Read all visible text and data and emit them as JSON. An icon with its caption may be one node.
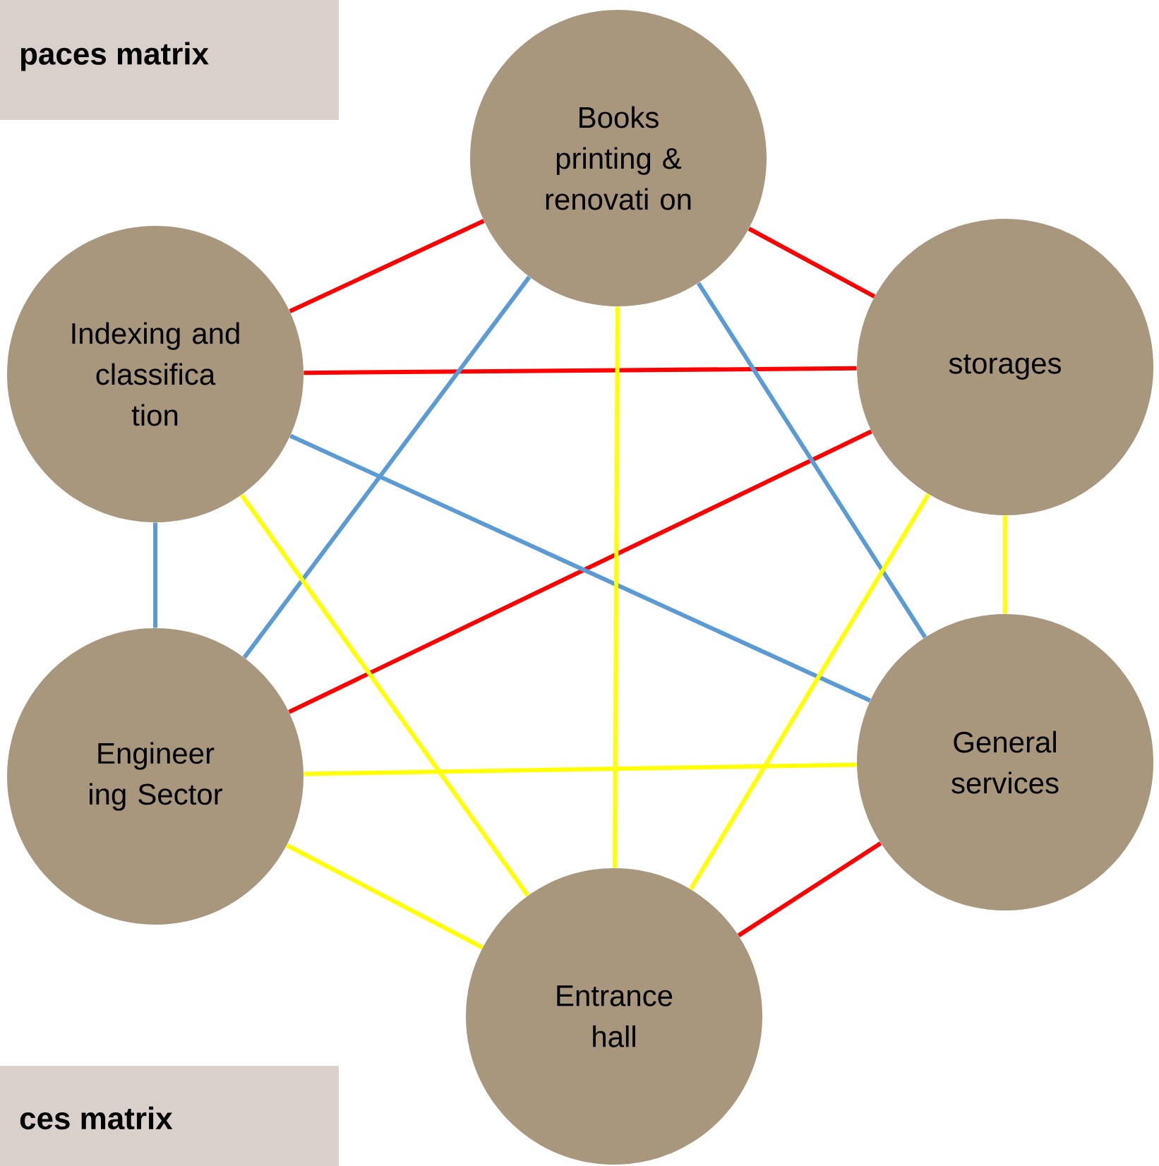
{
  "diagram": {
    "nodes": [
      {
        "text": [
          "Books printing & renovati on"
        ]
      },
      {
        "text": [
          "Indexing and classifica tion"
        ]
      },
      {
        "text": [
          "storages"
        ]
      },
      {
        "text": [
          "Engineer ing Sector"
        ]
      },
      {
        "text": [
          "General services"
        ]
      },
      {
        "text": [
          "Entrance hall"
        ]
      }
    ],
    "edges": [
      {
        "from": 1,
        "to": 0,
        "arrow": "none",
        "color": "#ff0000"
      },
      {
        "from": 1,
        "to": 2,
        "arrow": "none",
        "color": "#ff0000"
      },
      {
        "from": 0,
        "to": 2,
        "arrow": "none",
        "color": "#ff0000"
      },
      {
        "from": 3,
        "to": 2,
        "arrow": "none",
        "color": "#ff0000"
      },
      {
        "from": 5,
        "to": 4,
        "arrow": "none",
        "color": "#ff0000"
      },
      {
        "from": 0,
        "to": 3,
        "arrow": "none",
        "color": "#5b9bd5"
      },
      {
        "from": 0,
        "to": 4,
        "arrow": "none",
        "color": "#5b9bd5"
      },
      {
        "from": 1,
        "to": 4,
        "arrow": "none",
        "color": "#5b9bd5"
      },
      {
        "from": 1,
        "to": 3,
        "arrow": "none",
        "color": "#5b9bd5"
      },
      {
        "from": 0,
        "to": 5,
        "arrow": "none"
      },
      {
        "from": 1,
        "to": 5,
        "arrow": "none"
      },
      {
        "from": 3,
        "to": 4,
        "arrow": "none"
      },
      {
        "from": 3,
        "to": 5,
        "arrow": "none"
      },
      {
        "from": 2,
        "to": 5,
        "arrow": "none"
      },
      {
        "from": 2,
        "to": 4,
        "arrow": "none"
      }
    ],
    "labels": [
      "paces matrix",
      "ces matrix"
    ]
  }
}
